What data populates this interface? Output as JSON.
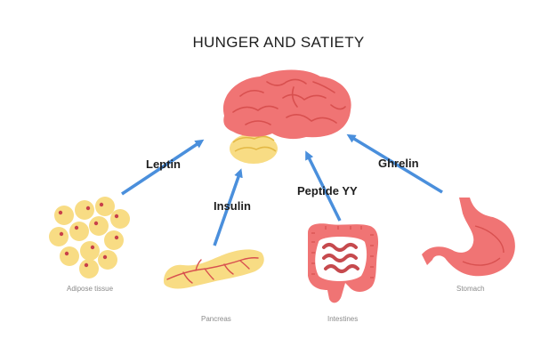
{
  "title": "HUNGER AND SATIETY",
  "hormones": {
    "leptin": "Leptin",
    "insulin": "Insulin",
    "peptide_yy": "Peptide YY",
    "ghrelin": "Ghrelin"
  },
  "organs": {
    "adipose": "Adipose tissue",
    "pancreas": "Pancreas",
    "intestines": "Intestines",
    "stomach": "Stomach"
  },
  "colors": {
    "brain": "#f07474",
    "brain_lines": "#d8504f",
    "cerebellum": "#f8dc84",
    "arrow": "#4a8fdc",
    "fat_cell": "#f8dc84",
    "fat_nucleus": "#c8404a",
    "pancreas": "#f8dc84",
    "vessel": "#d8504f",
    "intestine": "#f07474",
    "intestine_inner": "#c64a4e",
    "stomach": "#f07474"
  }
}
